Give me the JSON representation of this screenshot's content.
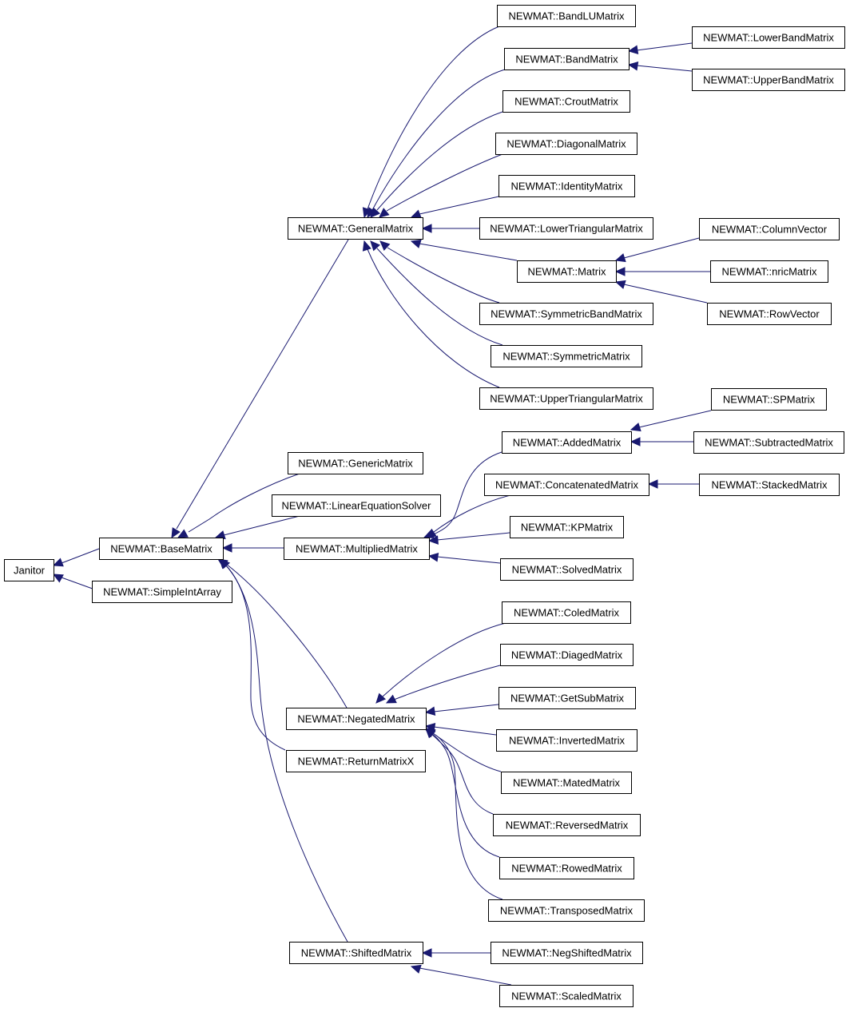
{
  "diagram": {
    "type": "class-inheritance-graph",
    "edge_color": "#191970",
    "node_border_color": "#000000",
    "nodes": {
      "janitor": "Janitor",
      "base_matrix": "NEWMAT::BaseMatrix",
      "simple_int_array": "NEWMAT::SimpleIntArray",
      "general_matrix": "NEWMAT::GeneralMatrix",
      "generic_matrix": "NEWMAT::GenericMatrix",
      "linear_equation_solver": "NEWMAT::LinearEquationSolver",
      "multiplied_matrix": "NEWMAT::MultipliedMatrix",
      "negated_matrix": "NEWMAT::NegatedMatrix",
      "return_matrix_x": "NEWMAT::ReturnMatrixX",
      "shifted_matrix": "NEWMAT::ShiftedMatrix",
      "band_lu_matrix": "NEWMAT::BandLUMatrix",
      "band_matrix": "NEWMAT::BandMatrix",
      "crout_matrix": "NEWMAT::CroutMatrix",
      "diagonal_matrix": "NEWMAT::DiagonalMatrix",
      "identity_matrix": "NEWMAT::IdentityMatrix",
      "lower_triangular_matrix": "NEWMAT::LowerTriangularMatrix",
      "matrix": "NEWMAT::Matrix",
      "symmetric_band_matrix": "NEWMAT::SymmetricBandMatrix",
      "symmetric_matrix": "NEWMAT::SymmetricMatrix",
      "upper_triangular_matrix": "NEWMAT::UpperTriangularMatrix",
      "lower_band_matrix": "NEWMAT::LowerBandMatrix",
      "upper_band_matrix": "NEWMAT::UpperBandMatrix",
      "column_vector": "NEWMAT::ColumnVector",
      "nric_matrix": "NEWMAT::nricMatrix",
      "row_vector": "NEWMAT::RowVector",
      "added_matrix": "NEWMAT::AddedMatrix",
      "concatenated_matrix": "NEWMAT::ConcatenatedMatrix",
      "kp_matrix": "NEWMAT::KPMatrix",
      "solved_matrix": "NEWMAT::SolvedMatrix",
      "sp_matrix": "NEWMAT::SPMatrix",
      "subtracted_matrix": "NEWMAT::SubtractedMatrix",
      "stacked_matrix": "NEWMAT::StackedMatrix",
      "coled_matrix": "NEWMAT::ColedMatrix",
      "diaged_matrix": "NEWMAT::DiagedMatrix",
      "get_sub_matrix": "NEWMAT::GetSubMatrix",
      "inverted_matrix": "NEWMAT::InvertedMatrix",
      "mated_matrix": "NEWMAT::MatedMatrix",
      "reversed_matrix": "NEWMAT::ReversedMatrix",
      "rowed_matrix": "NEWMAT::RowedMatrix",
      "transposed_matrix": "NEWMAT::TransposedMatrix",
      "neg_shifted_matrix": "NEWMAT::NegShiftedMatrix",
      "scaled_matrix": "NEWMAT::ScaledMatrix"
    },
    "edges": [
      {
        "from": "base_matrix",
        "to": "janitor"
      },
      {
        "from": "simple_int_array",
        "to": "janitor"
      },
      {
        "from": "general_matrix",
        "to": "base_matrix"
      },
      {
        "from": "generic_matrix",
        "to": "base_matrix"
      },
      {
        "from": "linear_equation_solver",
        "to": "base_matrix"
      },
      {
        "from": "multiplied_matrix",
        "to": "base_matrix"
      },
      {
        "from": "negated_matrix",
        "to": "base_matrix"
      },
      {
        "from": "return_matrix_x",
        "to": "base_matrix"
      },
      {
        "from": "shifted_matrix",
        "to": "base_matrix"
      },
      {
        "from": "band_lu_matrix",
        "to": "general_matrix"
      },
      {
        "from": "band_matrix",
        "to": "general_matrix"
      },
      {
        "from": "crout_matrix",
        "to": "general_matrix"
      },
      {
        "from": "diagonal_matrix",
        "to": "general_matrix"
      },
      {
        "from": "identity_matrix",
        "to": "general_matrix"
      },
      {
        "from": "lower_triangular_matrix",
        "to": "general_matrix"
      },
      {
        "from": "matrix",
        "to": "general_matrix"
      },
      {
        "from": "symmetric_band_matrix",
        "to": "general_matrix"
      },
      {
        "from": "symmetric_matrix",
        "to": "general_matrix"
      },
      {
        "from": "upper_triangular_matrix",
        "to": "general_matrix"
      },
      {
        "from": "lower_band_matrix",
        "to": "band_matrix"
      },
      {
        "from": "upper_band_matrix",
        "to": "band_matrix"
      },
      {
        "from": "column_vector",
        "to": "matrix"
      },
      {
        "from": "nric_matrix",
        "to": "matrix"
      },
      {
        "from": "row_vector",
        "to": "matrix"
      },
      {
        "from": "added_matrix",
        "to": "multiplied_matrix"
      },
      {
        "from": "concatenated_matrix",
        "to": "multiplied_matrix"
      },
      {
        "from": "kp_matrix",
        "to": "multiplied_matrix"
      },
      {
        "from": "solved_matrix",
        "to": "multiplied_matrix"
      },
      {
        "from": "sp_matrix",
        "to": "added_matrix"
      },
      {
        "from": "subtracted_matrix",
        "to": "added_matrix"
      },
      {
        "from": "stacked_matrix",
        "to": "concatenated_matrix"
      },
      {
        "from": "coled_matrix",
        "to": "negated_matrix"
      },
      {
        "from": "diaged_matrix",
        "to": "negated_matrix"
      },
      {
        "from": "get_sub_matrix",
        "to": "negated_matrix"
      },
      {
        "from": "inverted_matrix",
        "to": "negated_matrix"
      },
      {
        "from": "mated_matrix",
        "to": "negated_matrix"
      },
      {
        "from": "reversed_matrix",
        "to": "negated_matrix"
      },
      {
        "from": "rowed_matrix",
        "to": "negated_matrix"
      },
      {
        "from": "transposed_matrix",
        "to": "negated_matrix"
      },
      {
        "from": "neg_shifted_matrix",
        "to": "shifted_matrix"
      },
      {
        "from": "scaled_matrix",
        "to": "shifted_matrix"
      }
    ]
  }
}
